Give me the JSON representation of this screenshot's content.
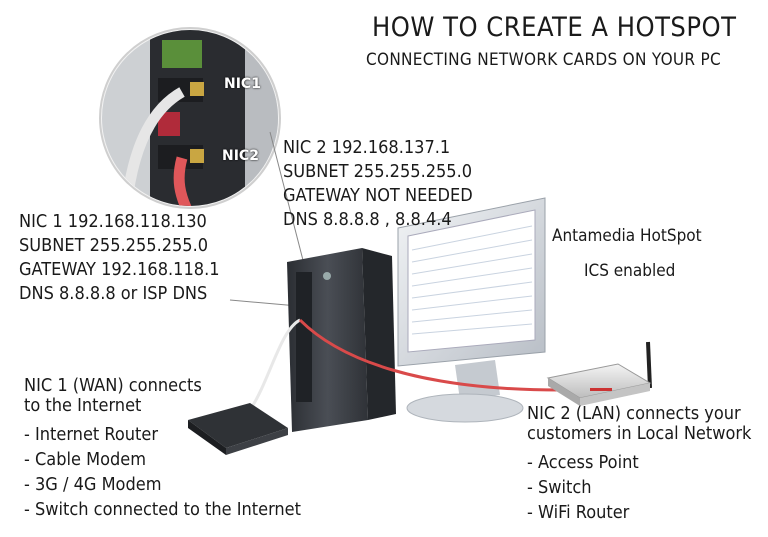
{
  "title": "HOW TO CREATE A HOTSPOT",
  "subtitle": "CONNECTING NETWORK CARDS ON YOUR PC",
  "photo_labels": {
    "nic1": "NIC1",
    "nic2": "NIC2"
  },
  "nic2_config": {
    "lines": [
      "NIC 2 192.168.137.1",
      "SUBNET 255.255.255.0",
      "GATEWAY NOT NEEDED",
      "DNS 8.8.8.8 , 8.8.4.4"
    ]
  },
  "nic1_config": {
    "lines": [
      "NIC 1 192.168.118.130",
      "SUBNET 255.255.255.0",
      "GATEWAY 192.168.118.1",
      "DNS 8.8.8.8 or ISP DNS"
    ]
  },
  "software": {
    "name": "Antamedia HotSpot",
    "status": "ICS enabled"
  },
  "wan": {
    "heading_line1": "NIC 1 (WAN) connects",
    "heading_line2": "to the Internet",
    "items": [
      "- Internet Router",
      "- Cable Modem",
      "- 3G / 4G Modem",
      "- Switch connected to the Internet"
    ]
  },
  "lan": {
    "heading_line1": "NIC 2 (LAN) connects your",
    "heading_line2": "customers in Local Network",
    "items": [
      "- Access Point",
      "- Switch",
      "- WiFi Router"
    ]
  },
  "colors": {
    "cable_red": "#d94a4a",
    "cable_white": "#e8e8e8",
    "pc_dark": "#3a3d42",
    "monitor": "#d9dde2"
  }
}
